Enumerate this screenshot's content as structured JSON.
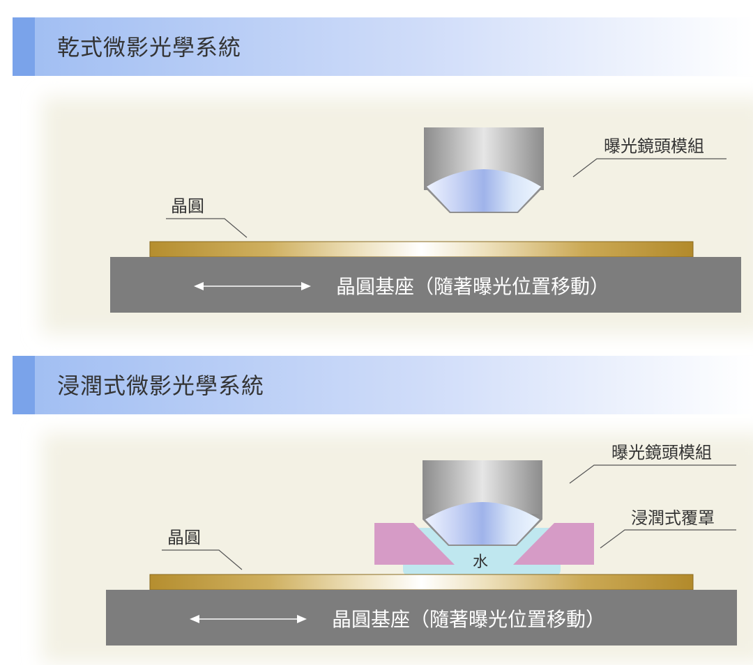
{
  "dry": {
    "title": "乾式微影光學系統",
    "lens_label": "曝光鏡頭模組",
    "wafer_label": "晶圓",
    "stage_label": "晶圓基座（隨著曝光位置移動）"
  },
  "immersion": {
    "title": "浸潤式微影光學系統",
    "lens_label": "曝光鏡頭模組",
    "hood_label": "浸潤式覆罩",
    "water_label": "水",
    "wafer_label": "晶圓",
    "stage_label": "晶圓基座（隨著曝光位置移動）"
  },
  "colors": {
    "title_bar_start": "#7aa3ea",
    "title_bar_end": "#ffffff",
    "panel_background": "#f5f4ec",
    "stage": "#7d7d7d",
    "wafer_gold": "#b58e2f",
    "lens_lavender": "#b7c3ef",
    "hood_pink": "#d69bc6",
    "water_blue": "#bfe7ef"
  }
}
